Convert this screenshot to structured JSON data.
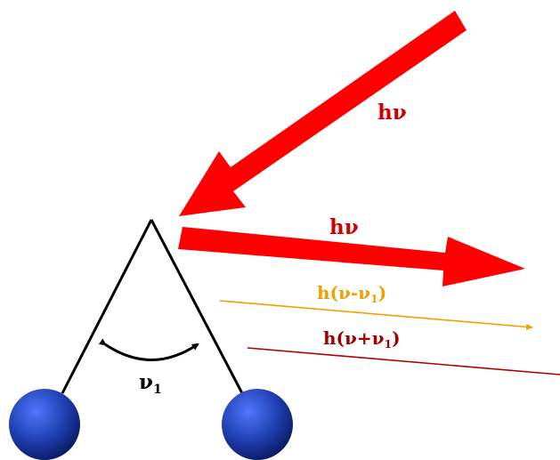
{
  "colors": {
    "incident": "#ff0000",
    "scattered": "#ff0000",
    "stokes": "#f4a000",
    "anti_stokes": "#b00000",
    "molecule_line": "#000000",
    "atom": "#1f3fb0",
    "label_red": "#cc0000",
    "label_orange": "#f0a000",
    "label_dark_red": "#a00000"
  },
  "labels": {
    "incident": "hν",
    "scattered": "hν",
    "stokes_main": "h(ν-ν",
    "stokes_sub": "1",
    "stokes_tail": ")",
    "anti_stokes_main": "h(ν+ν",
    "anti_stokes_sub": "1",
    "anti_stokes_tail": ")",
    "vibration_main": "ν",
    "vibration_sub": "1"
  },
  "icons": {
    "atoms": "sphere",
    "vibration": "double-headed-arc-arrow"
  }
}
